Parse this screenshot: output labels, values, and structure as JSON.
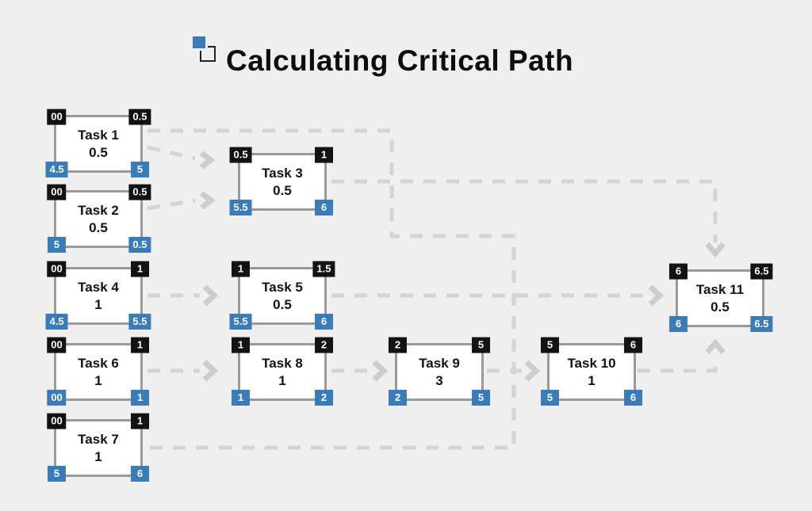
{
  "title": {
    "text": "Calculating Critical Path"
  },
  "icon": {
    "name": "overlapping-squares-icon"
  },
  "colors": {
    "background": "#f0efef",
    "badge_blue": "#3a7bb9",
    "badge_black": "#131313",
    "box_border": "#9a9a9a",
    "connector_gray": "#d4d4d4",
    "title": "#0d0d0d"
  },
  "tasks": [
    {
      "id": "task-1",
      "name": "Task 1",
      "duration": "0.5",
      "top_left": "00",
      "top_right": "0.5",
      "bottom_left": "4.5",
      "bottom_right": "5"
    },
    {
      "id": "task-2",
      "name": "Task 2",
      "duration": "0.5",
      "top_left": "00",
      "top_right": "0.5",
      "bottom_left": "5",
      "bottom_right": "0.5"
    },
    {
      "id": "task-3",
      "name": "Task 3",
      "duration": "0.5",
      "top_left": "0.5",
      "top_right": "1",
      "bottom_left": "5.5",
      "bottom_right": "6"
    },
    {
      "id": "task-4",
      "name": "Task 4",
      "duration": "1",
      "top_left": "00",
      "top_right": "1",
      "bottom_left": "4.5",
      "bottom_right": "5.5"
    },
    {
      "id": "task-5",
      "name": "Task 5",
      "duration": "0.5",
      "top_left": "1",
      "top_right": "1.5",
      "bottom_left": "5.5",
      "bottom_right": "6"
    },
    {
      "id": "task-6",
      "name": "Task 6",
      "duration": "1",
      "top_left": "00",
      "top_right": "1",
      "bottom_left": "00",
      "bottom_right": "1"
    },
    {
      "id": "task-7",
      "name": "Task 7",
      "duration": "1",
      "top_left": "00",
      "top_right": "1",
      "bottom_left": "5",
      "bottom_right": "6"
    },
    {
      "id": "task-8",
      "name": "Task 8",
      "duration": "1",
      "top_left": "1",
      "top_right": "2",
      "bottom_left": "1",
      "bottom_right": "2"
    },
    {
      "id": "task-9",
      "name": "Task 9",
      "duration": "3",
      "top_left": "2",
      "top_right": "5",
      "bottom_left": "2",
      "bottom_right": "5"
    },
    {
      "id": "task-10",
      "name": "Task 10",
      "duration": "1",
      "top_left": "5",
      "top_right": "6",
      "bottom_left": "5",
      "bottom_right": "6"
    },
    {
      "id": "task-11",
      "name": "Task 11",
      "duration": "0.5",
      "top_left": "6",
      "top_right": "6.5",
      "bottom_left": "6",
      "bottom_right": "6.5"
    }
  ],
  "connections": [
    {
      "from": "Task 1",
      "to": "Task 3"
    },
    {
      "from": "Task 2",
      "to": "Task 3"
    },
    {
      "from": "Task 3",
      "to": "Task 11"
    },
    {
      "from": "Task 4",
      "to": "Task 5"
    },
    {
      "from": "Task 5",
      "to": "Task 11"
    },
    {
      "from": "Task 6",
      "to": "Task 8"
    },
    {
      "from": "Task 8",
      "to": "Task 9"
    },
    {
      "from": "Task 9",
      "to": "Task 10"
    },
    {
      "from": "Task 10",
      "to": "Task 11"
    },
    {
      "from": "Task 1",
      "to": "Task 7"
    }
  ]
}
